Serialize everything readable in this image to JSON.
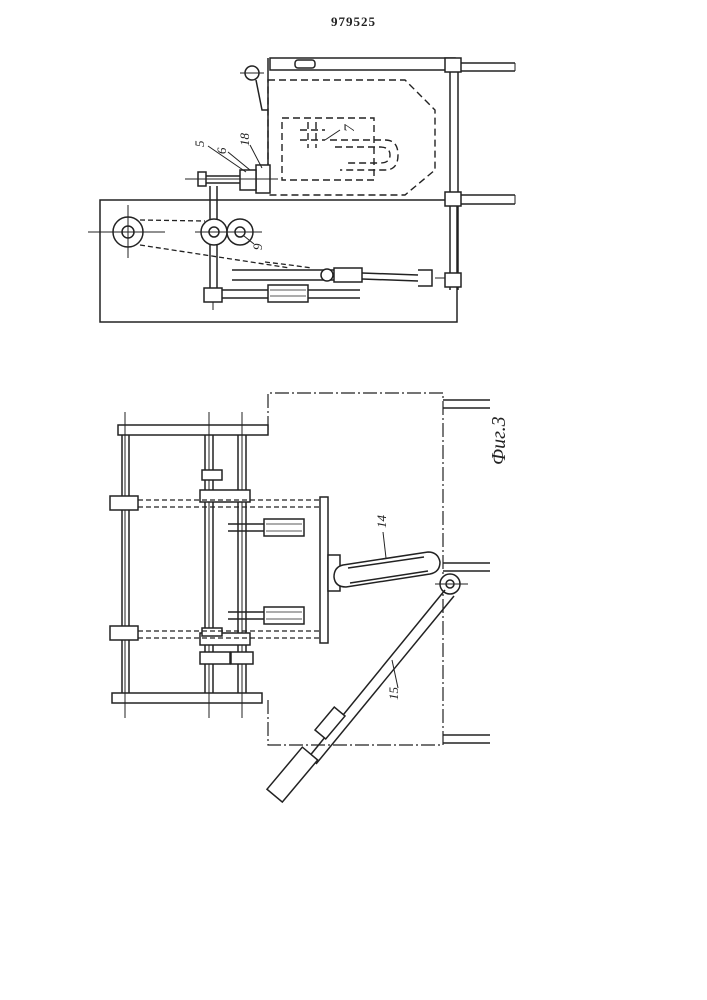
{
  "patent_number": "979525",
  "figure_caption": "Фиг.3",
  "labels": {
    "part_5": "5",
    "part_6": "6",
    "part_7": "7",
    "part_9": "9",
    "part_14": "14",
    "part_15": "15",
    "part_18": "18"
  }
}
